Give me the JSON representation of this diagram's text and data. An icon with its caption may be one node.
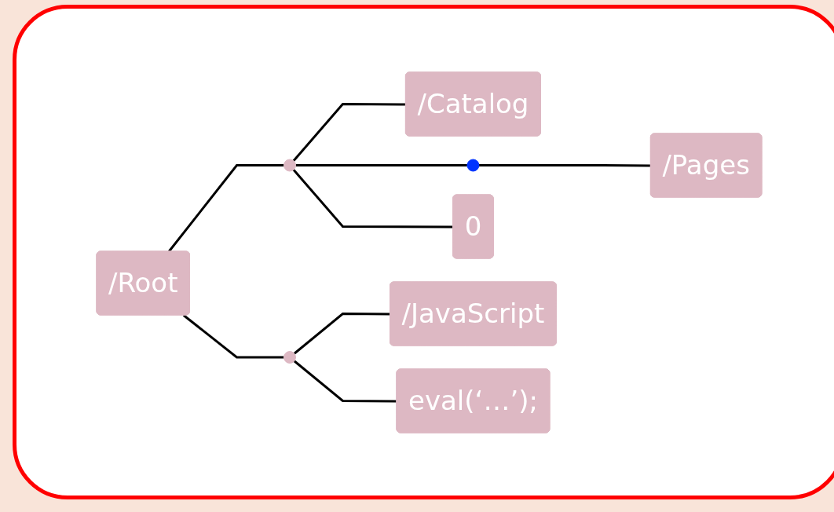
{
  "diagram": {
    "nodes": [
      {
        "text": [
          "/Root"
        ]
      },
      {
        "text": [],
        "shape": "circle"
      },
      {
        "text": [
          "/Catalog"
        ]
      },
      {
        "text": [],
        "shape": "circle"
      },
      {
        "text": [
          "/Pages"
        ]
      },
      {
        "text": [
          "0"
        ]
      },
      {
        "text": [],
        "shape": "circle"
      },
      {
        "text": [
          "/JavaScript"
        ]
      },
      {
        "text": [
          "eval(‘…’);"
        ]
      }
    ],
    "edges": [
      {
        "from": 0,
        "to": 1,
        "arrow": "none"
      },
      {
        "from": 0,
        "to": 6,
        "arrow": "none"
      },
      {
        "from": 1,
        "to": 2,
        "arrow": "none"
      },
      {
        "from": 1,
        "to": 3,
        "arrow": "none"
      },
      {
        "from": 1,
        "to": 5,
        "arrow": "none"
      },
      {
        "from": 3,
        "to": 4,
        "arrow": "none"
      },
      {
        "from": 6,
        "to": 7,
        "arrow": "none"
      },
      {
        "from": 6,
        "to": 8,
        "arrow": "none"
      }
    ]
  }
}
